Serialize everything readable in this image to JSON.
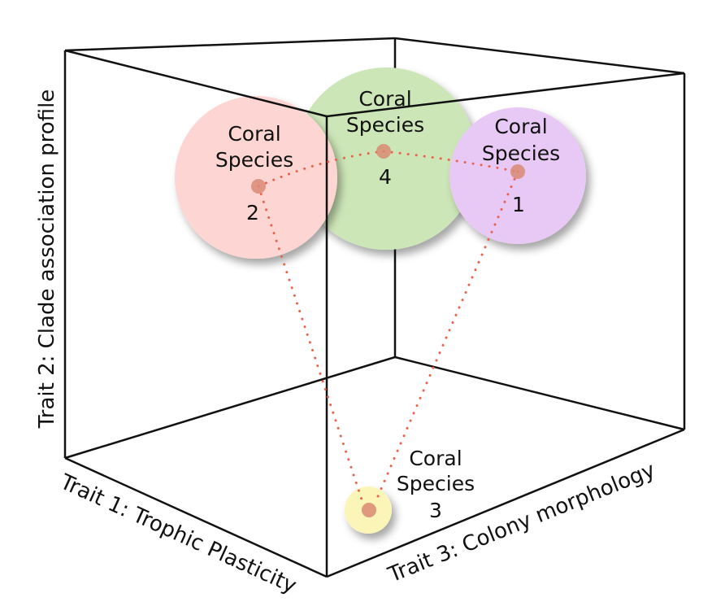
{
  "axes": {
    "trait1": "Trait 1: Trophic Plasticity",
    "trait2": "Trait 2: Clade association profile",
    "trait3": "Trait 3: Colony morphology"
  },
  "species": [
    {
      "id": "species-1",
      "line1": "Coral",
      "line2": "Species",
      "number": "1",
      "color": "#e8c9f5"
    },
    {
      "id": "species-2",
      "line1": "Coral",
      "line2": "Species",
      "number": "2",
      "color": "#fdd6d3"
    },
    {
      "id": "species-3",
      "line1": "Coral",
      "line2": "Species",
      "number": "3",
      "color": "#fbf5b8"
    },
    {
      "id": "species-4",
      "line1": "Coral",
      "line2": "Species",
      "number": "4",
      "color": "#cde6b8"
    }
  ],
  "colors": {
    "cube_edges": "#111111",
    "connector": "#e8634a",
    "centroid": "#d98a73"
  }
}
